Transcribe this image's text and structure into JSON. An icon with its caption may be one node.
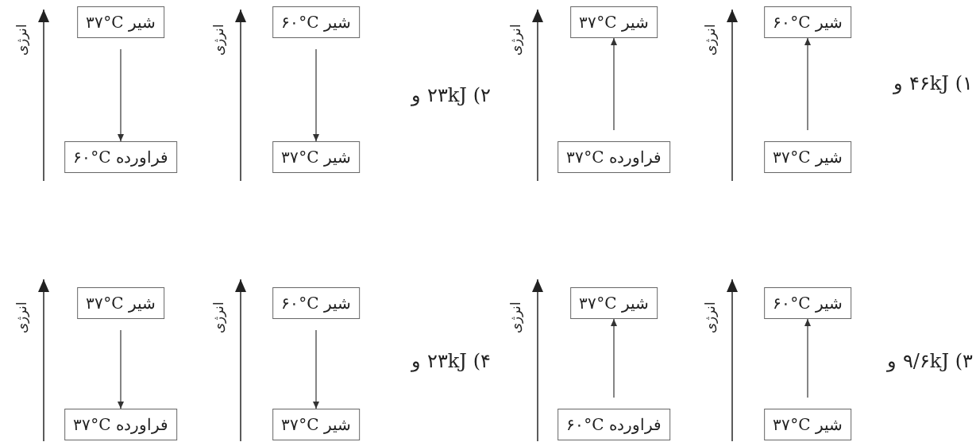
{
  "diagram": {
    "nodes": [
      {
        "text": [
          "شیر ۶۰°C"
        ]
      },
      {
        "text": [
          "شیر ۳۷°C"
        ]
      },
      {
        "text": [
          "شیر ۳۷°C"
        ]
      },
      {
        "text": [
          "فراورده ۳۷°C"
        ]
      },
      {
        "text": [
          "شیر ۶۰°C"
        ]
      },
      {
        "text": [
          "شیر ۳۷°C"
        ]
      },
      {
        "text": [
          "شیر ۳۷°C"
        ]
      },
      {
        "text": [
          "فراورده ۶۰°C"
        ]
      },
      {
        "text": [
          "شیر ۶۰°C"
        ]
      },
      {
        "text": [
          "شیر ۳۷°C"
        ]
      },
      {
        "text": [
          "شیر ۳۷°C"
        ]
      },
      {
        "text": [
          "فراورده ۶۰°C"
        ]
      },
      {
        "text": [
          "شیر ۶۰°C"
        ]
      },
      {
        "text": [
          "شیر ۳۷°C"
        ]
      },
      {
        "text": [
          "شیر ۳۷°C"
        ]
      },
      {
        "text": [
          "فراورده ۳۷°C"
        ]
      }
    ],
    "edges": [
      {
        "from": 1,
        "to": 0,
        "arrow": "to"
      },
      {
        "from": 3,
        "to": 2,
        "arrow": "to"
      },
      {
        "from": 4,
        "to": 5,
        "arrow": "to"
      },
      {
        "from": 6,
        "to": 7,
        "arrow": "to"
      },
      {
        "from": 9,
        "to": 8,
        "arrow": "to"
      },
      {
        "from": 11,
        "to": 10,
        "arrow": "to"
      },
      {
        "from": 12,
        "to": 13,
        "arrow": "to"
      },
      {
        "from": 14,
        "to": 15,
        "arrow": "to"
      }
    ],
    "labels": [
      "۱) ۴۶kJ و",
      "انرژی",
      "انرژی",
      "۲) ۲۳kJ و",
      "انرژی",
      "انرژی",
      "۳) ۹/۶kJ و",
      "انرژی",
      "انرژی",
      "۴) ۲۳kJ و",
      "انرژی",
      "انرژی"
    ]
  }
}
